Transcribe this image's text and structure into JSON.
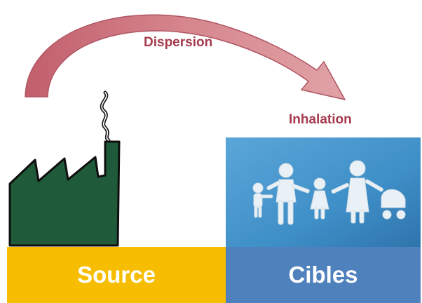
{
  "labels": {
    "dispersion": "Dispersion",
    "inhalation": "Inhalation",
    "source": "Source",
    "cibles": "Cibles"
  },
  "colors": {
    "arrow": "#d07e85",
    "text": "#a43a4c",
    "source_box": "#f7bd00",
    "cibles_box": "#4f81bd",
    "factory": "#1f5b3a",
    "people_bg": "#3f8fc8"
  },
  "icons": [
    "factory-icon",
    "smoke-icon",
    "family-icon",
    "curved-arrow-icon"
  ]
}
